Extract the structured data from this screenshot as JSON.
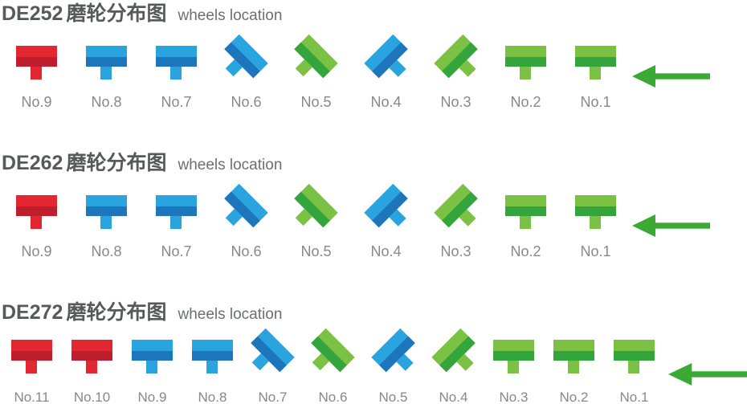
{
  "colors": {
    "red_light": "#e32730",
    "red_dark": "#be1e2d",
    "blue_light": "#29a4de",
    "blue_dark": "#1d76bb",
    "green_light": "#7bc143",
    "green_dark": "#34a53c",
    "arrow_green": "#3aaa35",
    "title_text": "#58595b",
    "subtitle_text": "#6d6e71",
    "label_text": "#87888a"
  },
  "rows": [
    {
      "model": "DE252",
      "title_zh": "磨轮分布图",
      "title_en": "wheels location",
      "arrow_direction": "left",
      "wheels": [
        {
          "label": "No.9",
          "color": "red",
          "rotation": 0
        },
        {
          "label": "No.8",
          "color": "blue",
          "rotation": 0
        },
        {
          "label": "No.7",
          "color": "blue",
          "rotation": 0
        },
        {
          "label": "No.6",
          "color": "blue",
          "rotation": 45
        },
        {
          "label": "No.5",
          "color": "green",
          "rotation": 45
        },
        {
          "label": "No.4",
          "color": "blue",
          "rotation": -45
        },
        {
          "label": "No.3",
          "color": "green",
          "rotation": -45
        },
        {
          "label": "No.2",
          "color": "green",
          "rotation": 0
        },
        {
          "label": "No.1",
          "color": "green",
          "rotation": 0
        }
      ]
    },
    {
      "model": "DE262",
      "title_zh": "磨轮分布图",
      "title_en": "wheels location",
      "arrow_direction": "left",
      "wheels": [
        {
          "label": "No.9",
          "color": "red",
          "rotation": 0
        },
        {
          "label": "No.8",
          "color": "blue",
          "rotation": 0
        },
        {
          "label": "No.7",
          "color": "blue",
          "rotation": 0
        },
        {
          "label": "No.6",
          "color": "blue",
          "rotation": 45
        },
        {
          "label": "No.5",
          "color": "green",
          "rotation": 45
        },
        {
          "label": "No.4",
          "color": "blue",
          "rotation": -45
        },
        {
          "label": "No.3",
          "color": "green",
          "rotation": -45
        },
        {
          "label": "No.2",
          "color": "green",
          "rotation": 0
        },
        {
          "label": "No.1",
          "color": "green",
          "rotation": 0
        }
      ]
    },
    {
      "model": "DE272",
      "title_zh": "磨轮分布图",
      "title_en": "wheels location",
      "arrow_direction": "left",
      "wheels": [
        {
          "label": "No.11",
          "color": "red",
          "rotation": 0
        },
        {
          "label": "No.10",
          "color": "red",
          "rotation": 0
        },
        {
          "label": "No.9",
          "color": "blue",
          "rotation": 0
        },
        {
          "label": "No.8",
          "color": "blue",
          "rotation": 0
        },
        {
          "label": "No.7",
          "color": "blue",
          "rotation": 45
        },
        {
          "label": "No.6",
          "color": "green",
          "rotation": 45
        },
        {
          "label": "No.5",
          "color": "blue",
          "rotation": -45
        },
        {
          "label": "No.4",
          "color": "green",
          "rotation": -45
        },
        {
          "label": "No.3",
          "color": "green",
          "rotation": 0
        },
        {
          "label": "No.2",
          "color": "green",
          "rotation": 0
        },
        {
          "label": "No.1",
          "color": "green",
          "rotation": 0
        }
      ]
    }
  ]
}
